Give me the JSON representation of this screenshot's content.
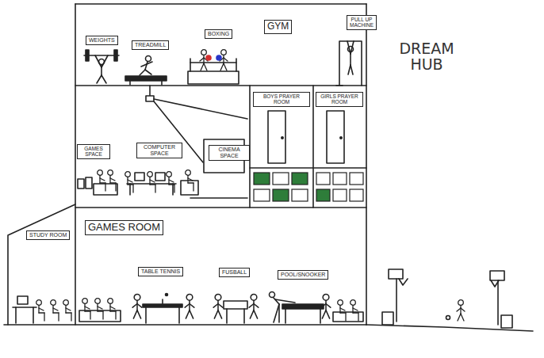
{
  "diagram": {
    "title": "DREAM HUB",
    "nodes": [
      {
        "text": [
          "GYM"
        ]
      },
      {
        "text": [
          "WEIGHTS"
        ],
        "in": 0
      },
      {
        "text": [
          "TREADMILL"
        ],
        "in": 0
      },
      {
        "text": [
          "BOXING"
        ],
        "in": 0
      },
      {
        "text": [
          "PULL UP MACHINE"
        ],
        "in": 0
      },
      {
        "text": [
          "GAMES SPACE"
        ]
      },
      {
        "text": [
          "COMPUTER SPACE"
        ]
      },
      {
        "text": [
          "CINEMA SPACE"
        ]
      },
      {
        "text": [
          "BOYS PRAYER ROOM"
        ]
      },
      {
        "text": [
          "GIRLS PRAYER ROOM"
        ]
      },
      {
        "text": [
          "STUDY ROOM"
        ]
      },
      {
        "text": [
          "GAMES ROOM"
        ]
      },
      {
        "text": [
          "TABLE TENNIS"
        ],
        "in": 11
      },
      {
        "text": [
          "FUSBALL"
        ],
        "in": 11
      },
      {
        "text": [
          "POOL/SNOOKER"
        ],
        "in": 11
      }
    ]
  }
}
